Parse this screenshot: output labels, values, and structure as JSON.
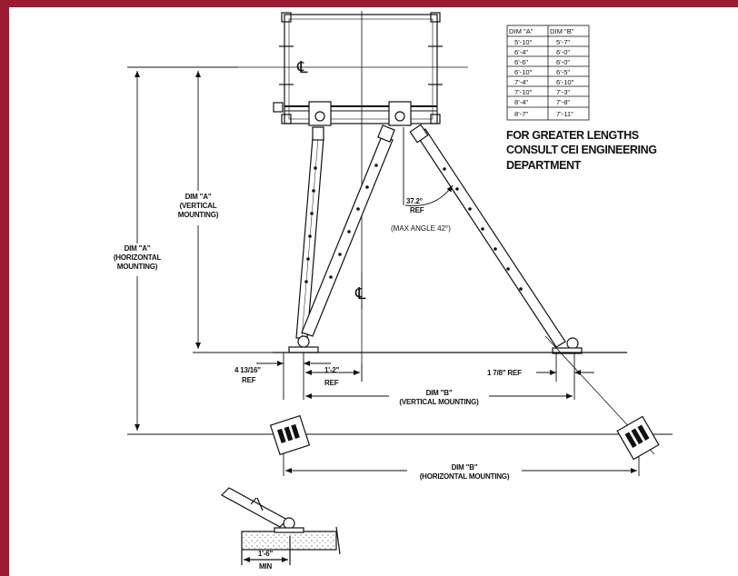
{
  "colors": {
    "frame": "#9b1b33",
    "line": "#111111",
    "background": "#ffffff"
  },
  "table": {
    "headers": [
      "DIM \"A\"",
      "DIM \"B\""
    ],
    "rows": [
      [
        "5'-10\"",
        "5'-7\""
      ],
      [
        "6'-4\"",
        "6'-0\""
      ],
      [
        "6'-6\"",
        "6'-0\""
      ],
      [
        "6'-10\"",
        "6'-5\""
      ],
      [
        "7'-4\"",
        "6'-10\""
      ],
      [
        "7'-10\"",
        "7'-3\""
      ],
      [
        "8'-4\"",
        "7'-8\""
      ],
      [
        "8'-7\"",
        "7'-11\""
      ]
    ]
  },
  "note": {
    "line1": "FOR GREATER LENGTHS",
    "line2": "CONSULT CEI ENGINEERING",
    "line3": "DEPARTMENT"
  },
  "labels": {
    "centerline": "℄",
    "dim_a_vertical": [
      "DIM \"A\"",
      "(VERTICAL",
      "MOUNTING)"
    ],
    "dim_a_horizontal": [
      "DIM \"A\"",
      "(HORIZONTAL",
      "MOUNTING)"
    ],
    "angle_ref": [
      "37.2°",
      "REF"
    ],
    "max_angle": "(MAX ANGLE 42°)",
    "offset_left": [
      "4 13/16\"",
      "REF"
    ],
    "offset_center": [
      "1'-2\"",
      "REF"
    ],
    "offset_right": "1 7/8\" REF",
    "dim_b_vertical": [
      "DIM \"B\"",
      "(VERTICAL MOUNTING)"
    ],
    "dim_b_horizontal": [
      "DIM \"B\"",
      "(HORIZONTAL MOUNTING)"
    ],
    "min_dim": [
      "1'-6\"",
      "MIN"
    ]
  }
}
